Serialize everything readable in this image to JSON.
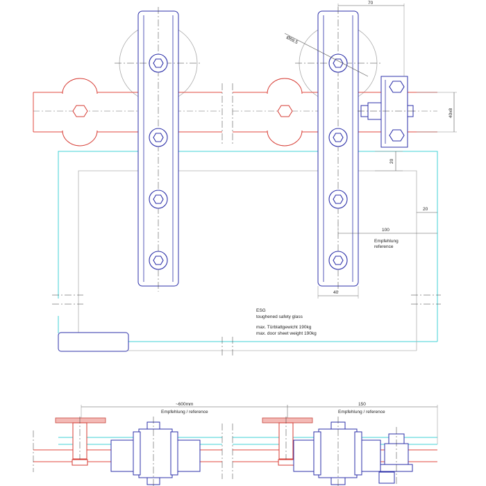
{
  "dimensions": {
    "d70": "70",
    "d_diameter": "Ø69,5",
    "d40x8": "40x8",
    "d20_vert": "20",
    "d20_horiz": "20",
    "d100": "100",
    "d40": "40",
    "d600": "~600mm",
    "d150": "150"
  },
  "notes": {
    "recommend_de": "Empfehlung",
    "recommend_en": "reference",
    "recommend_combined": "Empfehlung / reference",
    "glass_title": "ESG",
    "glass_sub": "toughened safety glass",
    "weight_de": "max. Türblattgewicht 190kg",
    "weight_en": "max. door sheet weight 190kg"
  },
  "colors": {
    "rail": "#e0453b",
    "glass": "#3fd1d6",
    "hanger": "#2b2fa8",
    "wheel": "#a8a8a8"
  }
}
